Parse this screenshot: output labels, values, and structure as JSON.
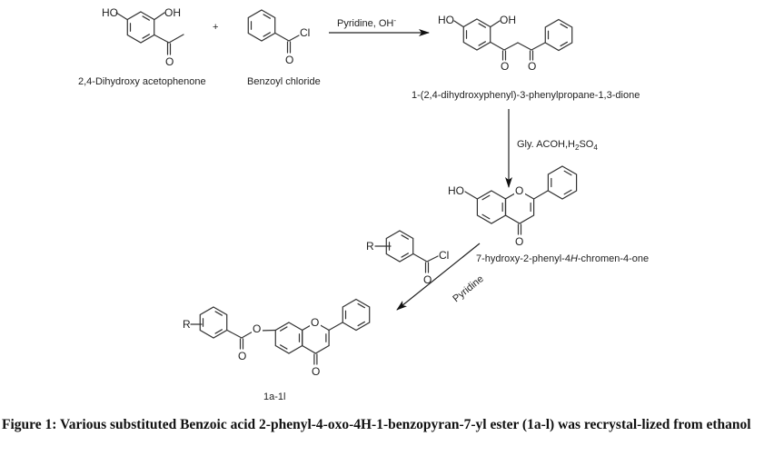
{
  "reactants": {
    "acetophenone": {
      "name": "2,4-Dihydroxy acetophenone",
      "atoms": {
        "ho": "HO",
        "oh": "OH",
        "o": "O"
      }
    },
    "plus": "+",
    "benzoyl_chloride": {
      "name": "Benzoyl chloride",
      "atoms": {
        "cl": "Cl",
        "o": "O"
      }
    }
  },
  "step1": {
    "reagent": "Pyridine, OH",
    "reagent_sup": "-"
  },
  "intermediate": {
    "name": "1-(2,4-dihydroxyphenyl)-3-phenylpropane-1,3-dione",
    "atoms": {
      "ho": "HO",
      "oh": "OH",
      "o1": "O",
      "o2": "O"
    }
  },
  "step2": {
    "reagent_a": "Gly. ACOH,H",
    "sub1": "2",
    "reagent_b": "SO",
    "sub2": "4"
  },
  "flavone": {
    "name_a": "7-hydroxy-2-phenyl-4",
    "name_italic": "H",
    "name_b": "-chromen-4-one",
    "atoms": {
      "ho": "HO",
      "o_ring": "O",
      "o_keto": "O"
    }
  },
  "step3": {
    "reagent": "Pyridine",
    "acyl_chloride": {
      "r": "R",
      "cl": "Cl",
      "o": "O"
    }
  },
  "product": {
    "name": "1a-1l",
    "atoms": {
      "r": "R",
      "o_ester": "O",
      "o_carbonyl": "O",
      "o_ring": "O",
      "o_keto": "O"
    }
  },
  "caption": "Figure 1: Various substituted Benzoic acid 2-phenyl-4-oxo-4H-1-benzopyran-7-yl ester (1a-l) was recrystal-lized from ethanol"
}
